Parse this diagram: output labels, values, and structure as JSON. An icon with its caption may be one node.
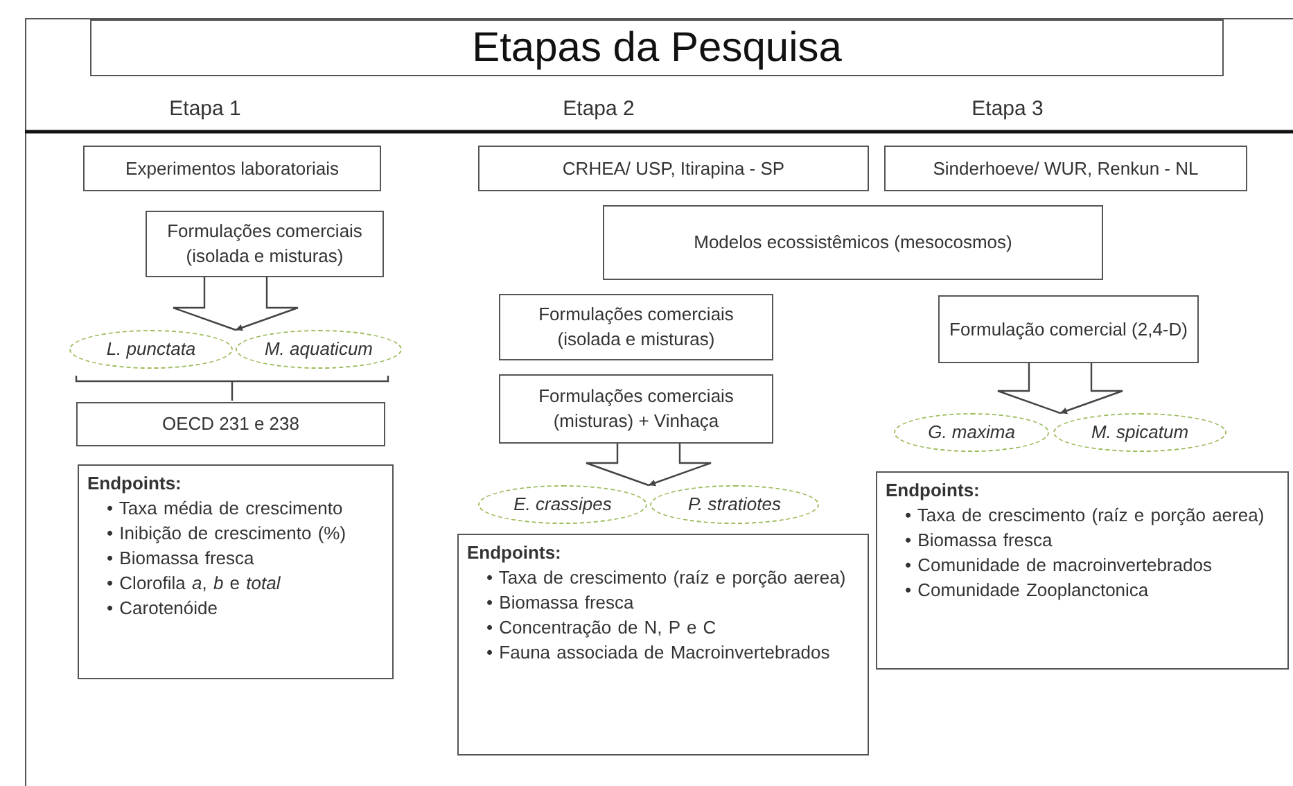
{
  "diagram": {
    "title": "Etapas da Pesquisa",
    "nodes": [
      {
        "text": [
          "Experimentos laboratoriais"
        ]
      },
      {
        "text": [
          "Formulações comerciais (isolada e misturas)"
        ]
      },
      {
        "text": [
          "L. punctata"
        ]
      },
      {
        "text": [
          "M. aquaticum"
        ]
      },
      {
        "text": [
          "OECD 231 e 238"
        ]
      },
      {
        "text": [
          "Endpoints:",
          "• Taxa média de crescimento",
          "• Inibição de crescimento (%)",
          "• Biomassa fresca",
          "• Clorofila *a*, *b* e *total*",
          "• Carotenóide"
        ]
      },
      {
        "text": [
          "CRHEA/ USP, Itirapina - SP"
        ]
      },
      {
        "text": [
          "Sinderhoeve/ WUR, Renkun - NL"
        ]
      },
      {
        "text": [
          "Modelos ecossistêmicos (mesocosmos)"
        ]
      },
      {
        "text": [
          "Formulações comerciais (isolada e misturas)"
        ]
      },
      {
        "text": [
          "Formulações comerciais (misturas) + Vinhaça"
        ]
      },
      {
        "text": [
          "E. crassipes"
        ]
      },
      {
        "text": [
          "P. stratiotes"
        ]
      },
      {
        "text": [
          "Formulação comercial (2,4-D)"
        ]
      },
      {
        "text": [
          "G. maxima"
        ]
      },
      {
        "text": [
          "M. spicatum"
        ]
      },
      {
        "text": [
          "Endpoints:",
          "• Taxa de crescimento (raíz e porção aerea)",
          "• Biomassa fresca",
          "• Concentração de N, P e C",
          "• Fauna associada de Macroinvertebrados"
        ]
      },
      {
        "text": [
          "Endpoints:",
          "• Taxa de crescimento (raíz e porção aerea)",
          "• Biomassa fresca",
          "• Comunidade de macroinvertebrados",
          "• Comunidade Zooplanctonica"
        ]
      }
    ],
    "edges": [
      {
        "from": 1,
        "to": 2,
        "arrow": "to"
      },
      {
        "from": 1,
        "to": 3,
        "arrow": "to"
      },
      {
        "from": 2,
        "to": 4,
        "arrow": "none"
      },
      {
        "from": 3,
        "to": 4,
        "arrow": "none"
      },
      {
        "from": 10,
        "to": 11,
        "arrow": "to"
      },
      {
        "from": 10,
        "to": 12,
        "arrow": "to"
      },
      {
        "from": 13,
        "to": 14,
        "arrow": "to"
      },
      {
        "from": 13,
        "to": 15,
        "arrow": "to"
      }
    ],
    "labels": [
      "Etapa 1",
      "Etapa 2",
      "Etapa 3"
    ]
  }
}
